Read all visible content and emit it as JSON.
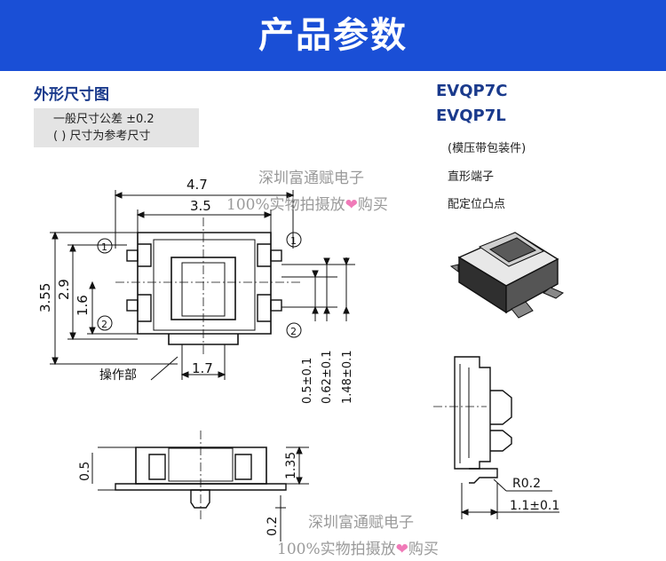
{
  "banner": {
    "title": "产品参数"
  },
  "section": {
    "title": "外形尺寸图"
  },
  "notes": {
    "line1": "一般尺寸公差 ±0.2",
    "line2": "(  ) 尺寸为参考尺寸"
  },
  "models": [
    "EVQP7C",
    "EVQP7L"
  ],
  "specs": [
    "(模压带包装件)",
    "直形端子",
    "配定位凸点"
  ],
  "watermark": {
    "top": {
      "line1": "深圳富通赋电子",
      "line2a": "100%实物拍摄放",
      "heart": "❤",
      "line2b": "购买"
    },
    "bottom": {
      "line1": "深圳富通赋电子",
      "line2a": "100%实物拍摄放",
      "heart": "❤",
      "line2b": "购买"
    }
  },
  "dimensions": {
    "width_47": "4.7",
    "width_35": "3.5",
    "height_355": "3.55",
    "height_29": "2.9",
    "height_16": "1.6",
    "width_17": "1.7",
    "pin1_top_left": "1",
    "pin1_top_right": "1",
    "pin2_left": "2",
    "pin2_right": "2",
    "actuator_label": "操作部",
    "tol_05": "0.5±0.1",
    "tol_062": "0.62±0.1",
    "tol_148": "1.48±0.1",
    "side_05": "0.5",
    "side_135": "1.35",
    "side_02": "0.2",
    "radius": "R0.2",
    "tol_11": "1.1±0.1"
  }
}
